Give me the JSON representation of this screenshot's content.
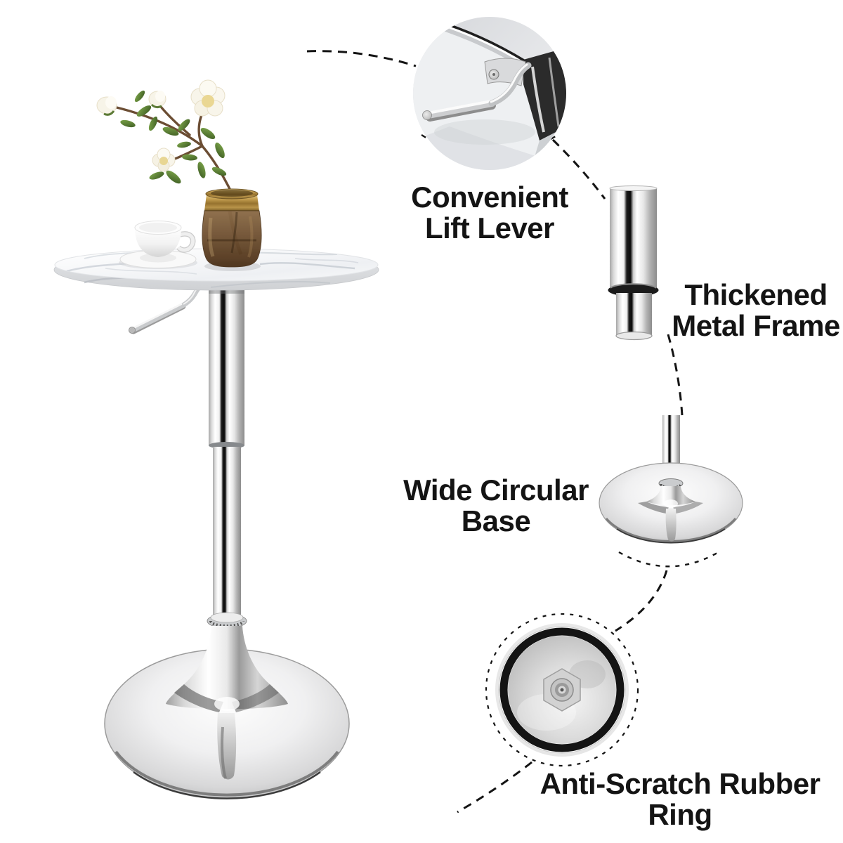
{
  "page": {
    "background": "#ffffff"
  },
  "labels": {
    "lift_lever": {
      "line1": "Convenient",
      "line2": "Lift Lever"
    },
    "metal_frame": {
      "line1": "Thickened",
      "line2": "Metal Frame"
    },
    "circular_base": {
      "line1": "Wide Circular",
      "line2": "Base"
    },
    "rubber_ring": {
      "line1": "Anti-Scratch Rubber",
      "line2": "Ring"
    }
  },
  "colors": {
    "label_text": "#141414",
    "connector": "#141414",
    "marble_top": "#f5f6f8",
    "chrome_highlight": "#ffffff",
    "chrome_shadow": "#1d1d1d",
    "vase_glass": "#6e4f30",
    "vase_gold": "#b08c3e",
    "leaf_green": "#55742f",
    "flower_white": "#f8f5ea",
    "rubber_ring_black": "#141414"
  }
}
